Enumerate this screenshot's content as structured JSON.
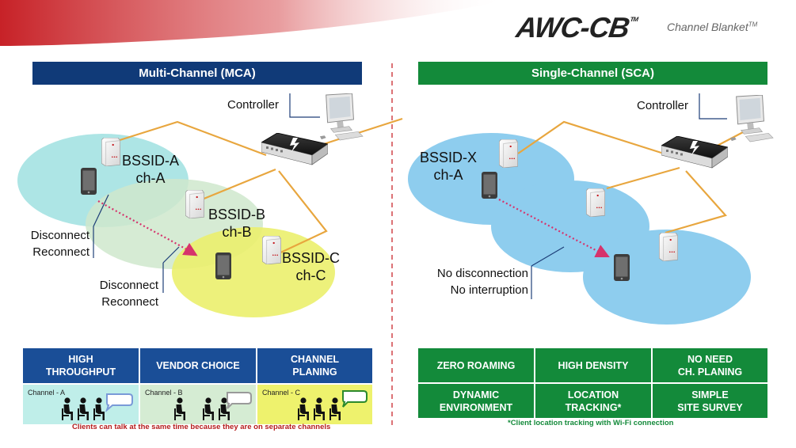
{
  "header": {
    "logo_text": "AWC-CB",
    "logo_tm": "TM",
    "logo_subtitle": "Channel Blanket",
    "logo_subtitle_tm": "TM",
    "brand_red": "#c4161c"
  },
  "mca": {
    "title": "Multi-Channel (MCA)",
    "banner_color": "#103a78",
    "controller_label": "Controller",
    "aps": [
      {
        "bssid": "BSSID-A",
        "channel": "ch-A"
      },
      {
        "bssid": "BSSID-B",
        "channel": "ch-B"
      },
      {
        "bssid": "BSSID-C",
        "channel": "ch-C"
      }
    ],
    "disconnect_1": [
      "Disconnect",
      "Reconnect"
    ],
    "disconnect_2": [
      "Disconnect",
      "Reconnect"
    ],
    "features": [
      "HIGH\nTHROUGHPUT",
      "VENDOR CHOICE",
      "CHANNEL\nPLANING"
    ],
    "channels": [
      {
        "label": "Channel - A",
        "color": "#bfeee9"
      },
      {
        "label": "Channel - B",
        "color": "#d5ecd3"
      },
      {
        "label": "Channel - C",
        "color": "#eef26d"
      }
    ],
    "note": "Clients can talk at the same time because they are on separate channels"
  },
  "sca": {
    "title": "Single-Channel (SCA)",
    "banner_color": "#138a3a",
    "controller_label": "Controller",
    "ap": {
      "bssid": "BSSID-X",
      "channel": "ch-A"
    },
    "no_disruption": [
      "No disconnection",
      "No interruption"
    ],
    "features": [
      "ZERO ROAMING",
      "HIGH DENSITY",
      "NO NEED\nCH. PLANING",
      "DYNAMIC\nENVIRONMENT",
      "LOCATION\nTRACKING*",
      "SIMPLE\nSITE SURVEY"
    ],
    "note": "*Client location tracking with Wi-Fi connection"
  }
}
